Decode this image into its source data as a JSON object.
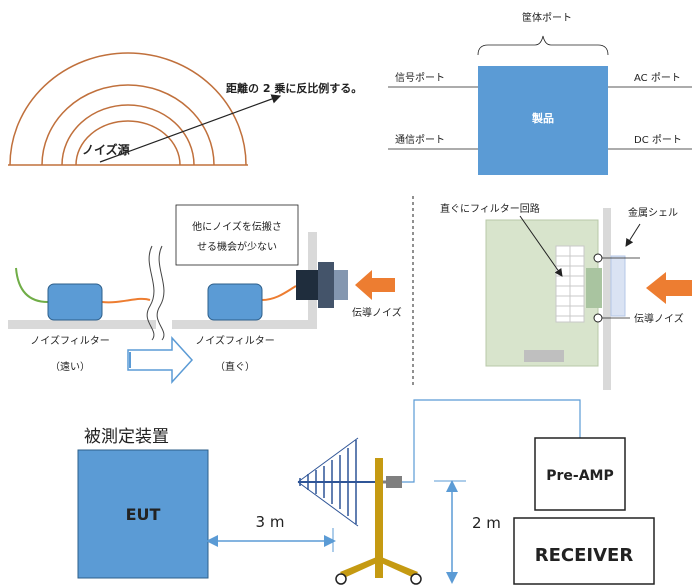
{
  "panel_noise_source": {
    "source_label": "ノイズ源",
    "caption": "距離の 2 乗に反比例する。",
    "arc_color": "#c0703c"
  },
  "panel_ports": {
    "product_label": "製品",
    "top_port": "筐体ポート",
    "left_top_port": "信号ポート",
    "left_bottom_port": "通信ポート",
    "right_top_port": "AC ポート",
    "right_bottom_port": "DC ポート",
    "box_color": "#5b9bd5"
  },
  "panel_filter_placement": {
    "callout_line1": "他にノイズを伝搬さ",
    "callout_line2": "せる機会が少ない",
    "far_label": "ノイズフィルター",
    "far_sub": "（遠い）",
    "near_label": "ノイズフィルター",
    "near_sub": "（直ぐ）",
    "conducted_label": "伝導ノイズ",
    "arrow_color": "#ed7d31"
  },
  "panel_shell": {
    "filter_circuit_label": "直ぐにフィルター回路",
    "shell_label": "金属シェル",
    "conducted_label": "伝導ノイズ"
  },
  "panel_measurement": {
    "eut_title": "被測定装置",
    "eut_label": "EUT",
    "distance_label": "3 m",
    "height_label": "2 m",
    "preamp_label": "Pre-AMP",
    "receiver_label": "RECEIVER"
  }
}
